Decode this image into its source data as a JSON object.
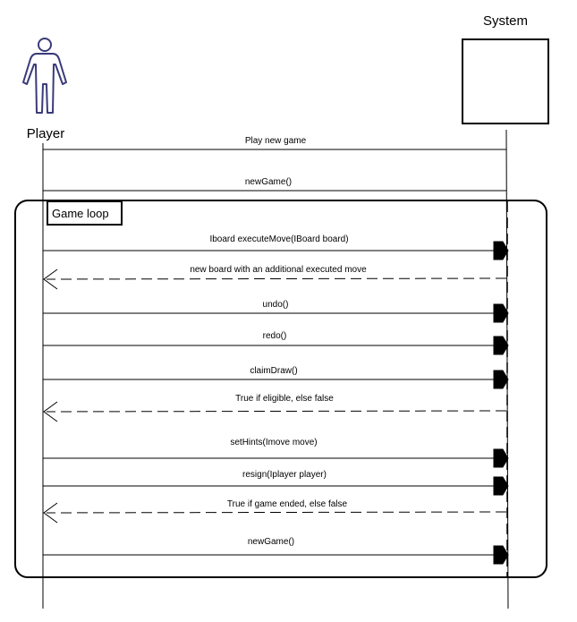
{
  "actors": {
    "player": "Player",
    "system": "System"
  },
  "frame": {
    "label": "Game loop"
  },
  "messages": [
    {
      "label": "Play new game",
      "direction": "to-system",
      "style": "plain"
    },
    {
      "label": "newGame()",
      "direction": "to-system",
      "style": "plain"
    },
    {
      "label": "Iboard executeMove(IBoard board)",
      "direction": "to-system",
      "style": "solid"
    },
    {
      "label": "new board with an additional executed move",
      "direction": "to-player",
      "style": "dashed"
    },
    {
      "label": "undo()",
      "direction": "to-system",
      "style": "solid"
    },
    {
      "label": "redo()",
      "direction": "to-system",
      "style": "solid"
    },
    {
      "label": "claimDraw()",
      "direction": "to-system",
      "style": "solid"
    },
    {
      "label": "True if eligible, else false",
      "direction": "to-player",
      "style": "dashed"
    },
    {
      "label": "setHints(Imove move)",
      "direction": "to-system",
      "style": "solid"
    },
    {
      "label": "resign(Iplayer player)",
      "direction": "to-system",
      "style": "solid"
    },
    {
      "label": "True if game ended, else false",
      "direction": "to-player",
      "style": "dashed"
    },
    {
      "label": "newGame()",
      "direction": "to-system",
      "style": "solid"
    }
  ]
}
